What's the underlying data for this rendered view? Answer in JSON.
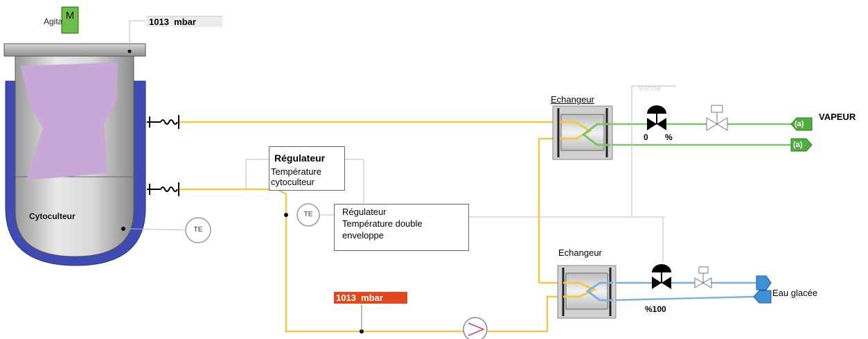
{
  "agitator": {
    "label": "Agitateur",
    "motor_label": "M"
  },
  "top_pressure": {
    "value": "1013",
    "unit": "mbar"
  },
  "reactor": {
    "label": "Cytoculteur"
  },
  "regulator_cyto": {
    "title": "Régulateur",
    "line1": "Température",
    "line2": "cytoculteur"
  },
  "regulator_jacket": {
    "line1": "Régulateur",
    "line2": "Température double",
    "line3": "enveloppe"
  },
  "sensors": {
    "te_left": "TE",
    "te_right": "TE"
  },
  "bottom_pressure": {
    "value": "1013",
    "unit": "mbar"
  },
  "exchanger_top": {
    "label": "Echangeur"
  },
  "exchanger_bottom": {
    "label": "Echangeur"
  },
  "valve_top": {
    "label": "Vanne",
    "value": "0",
    "unit": "%"
  },
  "valve_bottom": {
    "value": "%100"
  },
  "connectors": {
    "steam_in": "(a)",
    "steam_out": "(a)"
  },
  "streams": {
    "steam": "VAPEUR",
    "chilled_water": "Eau glacée"
  },
  "colors": {
    "yellow_line": "#F2C84B",
    "green_line": "#7CC36A",
    "blue_line": "#7FB2E0",
    "jacket": "#3F4BB0",
    "culture": "#C9A8D8",
    "motor": "#6CC04A",
    "alarm": "#E2471E"
  }
}
